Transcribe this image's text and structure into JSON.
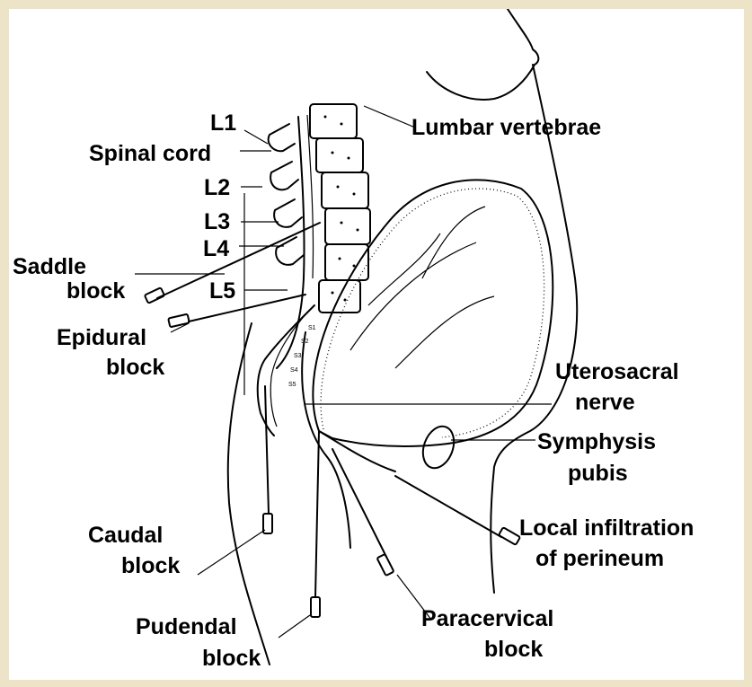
{
  "colors": {
    "frame_background": "#ede3c6",
    "diagram_background": "#ffffff",
    "ink": "#000000"
  },
  "labels": {
    "L1": "L1",
    "spinal_cord": "Spinal cord",
    "L2": "L2",
    "L3": "L3",
    "L4": "L4",
    "saddle_line1": "Saddle",
    "saddle_line2": "block",
    "L5": "L5",
    "epidural_line1": "Epidural",
    "epidural_line2": "block",
    "lumbar_vertebrae": "Lumbar vertebrae",
    "uterosacral_line1": "Uterosacral",
    "uterosacral_line2": "nerve",
    "symphysis_line1": "Symphysis",
    "symphysis_line2": "pubis",
    "local_line1": "Local infiltration",
    "local_line2": "of perineum",
    "caudal_line1": "Caudal",
    "caudal_line2": "block",
    "pudendal_line1": "Pudendal",
    "pudendal_line2": "block",
    "paracervical_line1": "Paracervical",
    "paracervical_line2": "block"
  }
}
